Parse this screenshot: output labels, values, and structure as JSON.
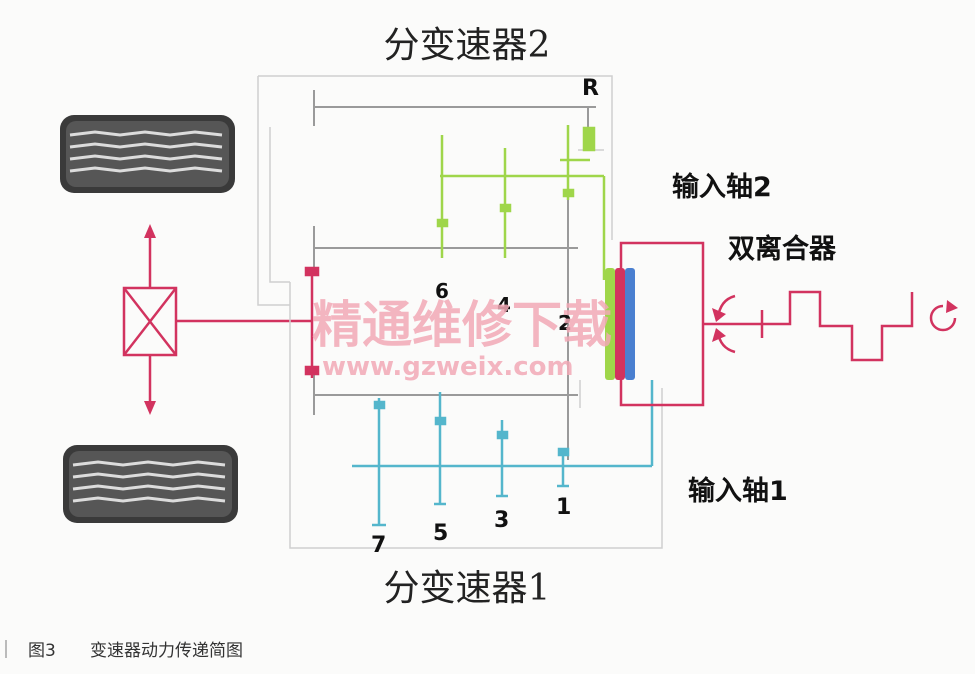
{
  "labels": {
    "sub_gearbox_2": "分变速器2",
    "sub_gearbox_1": "分变速器1",
    "input_shaft_2": "输入轴2",
    "input_shaft_1": "输入轴1",
    "dual_clutch": "双离合器",
    "reverse": "R",
    "gear_1": "1",
    "gear_2": "2",
    "gear_3": "3",
    "gear_4": "4",
    "gear_5": "5",
    "gear_6": "6",
    "gear_7": "7"
  },
  "watermark": {
    "main": "精通维修下载",
    "url": "www.gzweix.com"
  },
  "caption": {
    "figure_no": "图3",
    "text": "变速器动力传递简图"
  },
  "colors": {
    "input_shaft_2": "#9fd64a",
    "input_shaft_1": "#54b6cc",
    "output_drive": "#d2335f",
    "shaft_gray": "#9a9a9a",
    "outline": "#c9c9c9",
    "watermark": "#f2a9b6"
  }
}
